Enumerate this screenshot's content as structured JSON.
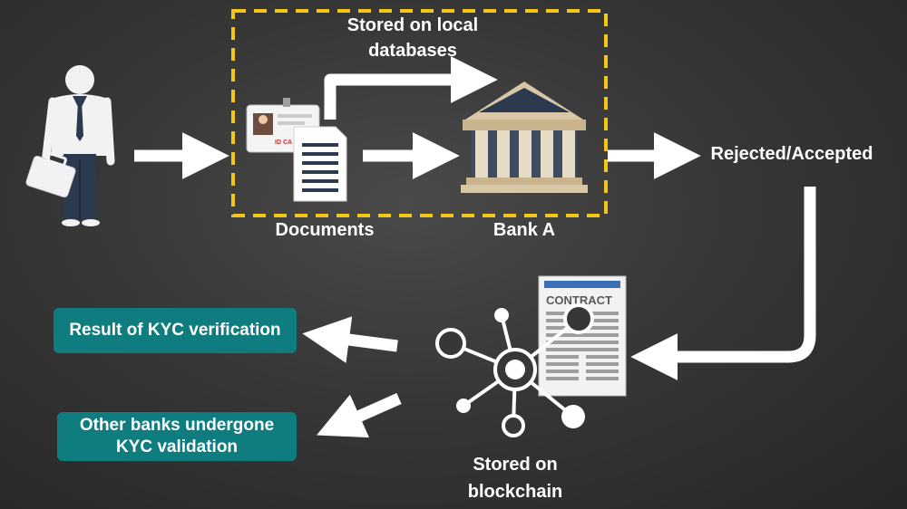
{
  "diagram": {
    "nodes": {
      "stored_local": [
        "Stored on local",
        "databases"
      ],
      "documents": "Documents",
      "bank": "Bank A",
      "rejected_accepted": "Rejected/Accepted",
      "stored_blockchain": [
        "Stored on",
        "blockchain"
      ],
      "result_box": "Result of KYC verification",
      "other_banks_box": [
        "Other banks undergone",
        "KYC validation"
      ]
    },
    "icons": {
      "contract_title": "CONTRACT",
      "id_card_label": "ID CA"
    },
    "colors": {
      "dashed_border": "#f5c518",
      "box_fill": "#0f7d80",
      "arrow": "#ffffff",
      "background": "#373737"
    }
  }
}
